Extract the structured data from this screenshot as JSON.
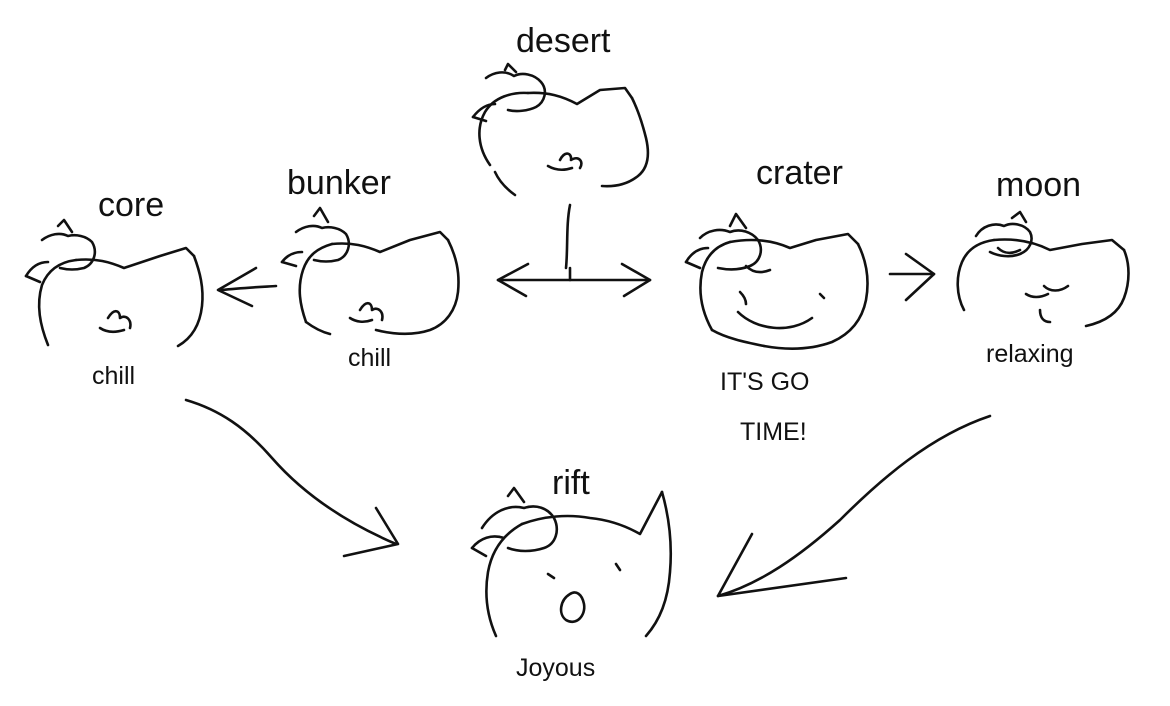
{
  "nodes": {
    "desert": {
      "name": "desert",
      "mood": ""
    },
    "core": {
      "name": "core",
      "mood": "chill"
    },
    "bunker": {
      "name": "bunker",
      "mood": "chill"
    },
    "crater": {
      "name": "crater",
      "mood_line1": "IT'S GO",
      "mood_line2": "TIME!"
    },
    "moon": {
      "name": "moon",
      "mood": "relaxing"
    },
    "rift": {
      "name": "rift",
      "mood": "Joyous"
    }
  },
  "edges": [
    {
      "from": "desert",
      "to": "bunker"
    },
    {
      "from": "desert",
      "to": "crater"
    },
    {
      "from": "bunker",
      "to": "core"
    },
    {
      "from": "crater",
      "to": "moon"
    },
    {
      "from": "core",
      "to": "rift"
    },
    {
      "from": "moon",
      "to": "rift"
    }
  ],
  "stroke_color": "#111111",
  "background_color": "#ffffff"
}
